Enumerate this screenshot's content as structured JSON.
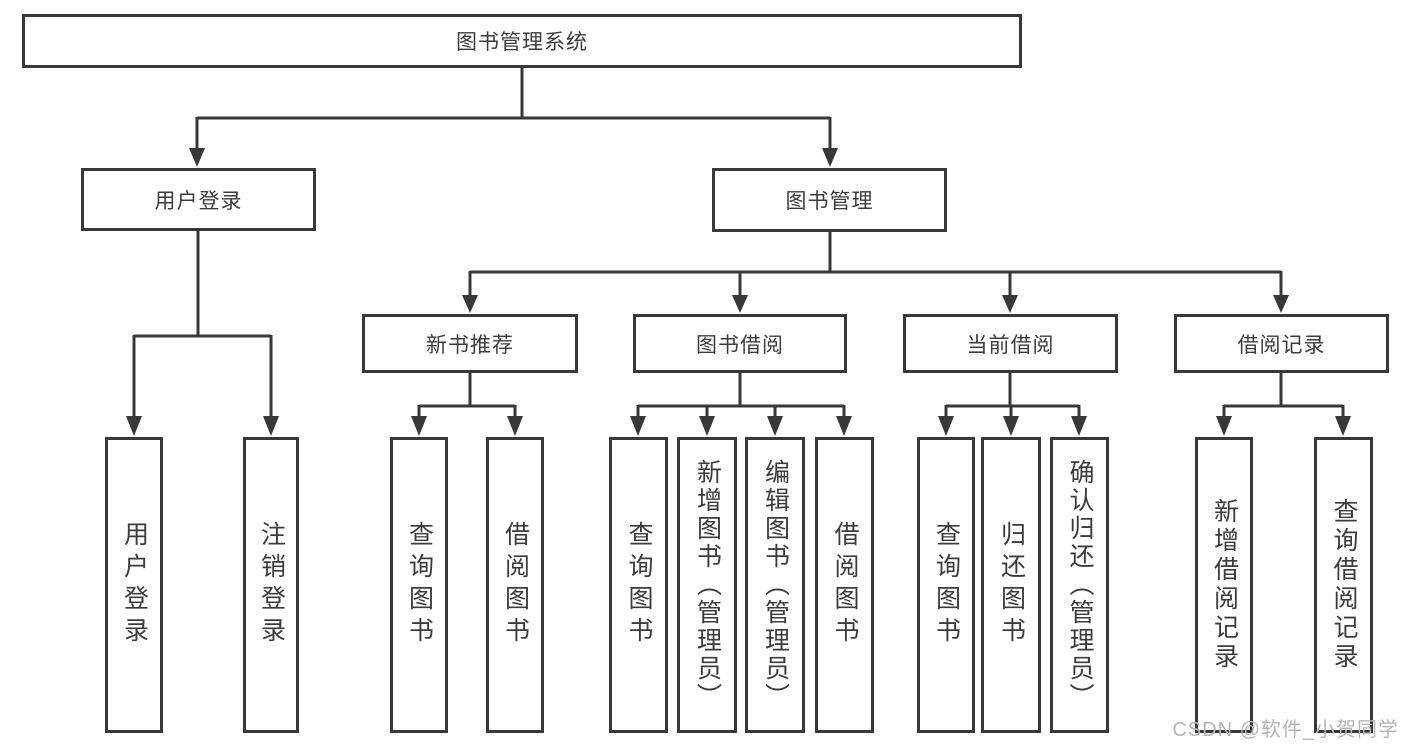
{
  "diagram": {
    "root": {
      "label": "图书管理系统"
    },
    "login_branch": {
      "parent": {
        "label": "用户登录"
      },
      "children": [
        {
          "label": "用户登录"
        },
        {
          "label": "注销登录"
        }
      ]
    },
    "management_branch": {
      "parent": {
        "label": "图书管理"
      },
      "groups": [
        {
          "parent": {
            "label": "新书推荐"
          },
          "children": [
            {
              "label": "查询图书"
            },
            {
              "label": "借阅图书"
            }
          ]
        },
        {
          "parent": {
            "label": "图书借阅"
          },
          "children": [
            {
              "label": "查询图书"
            },
            {
              "label": "新增图书（管理员）"
            },
            {
              "label": "编辑图书（管理员）"
            },
            {
              "label": "借阅图书"
            }
          ]
        },
        {
          "parent": {
            "label": "当前借阅"
          },
          "children": [
            {
              "label": "查询图书"
            },
            {
              "label": "归还图书"
            },
            {
              "label": "确认归还（管理员）"
            }
          ]
        },
        {
          "parent": {
            "label": "借阅记录"
          },
          "children": [
            {
              "label": "新增借阅记录"
            },
            {
              "label": "查询借阅记录"
            }
          ]
        }
      ]
    }
  },
  "watermark": {
    "text": "CSDN @软件_小贺同学"
  },
  "colors": {
    "line": "#383838",
    "text": "#3c3c3c",
    "background": "#ffffff",
    "watermark": "#b5b5b5"
  }
}
